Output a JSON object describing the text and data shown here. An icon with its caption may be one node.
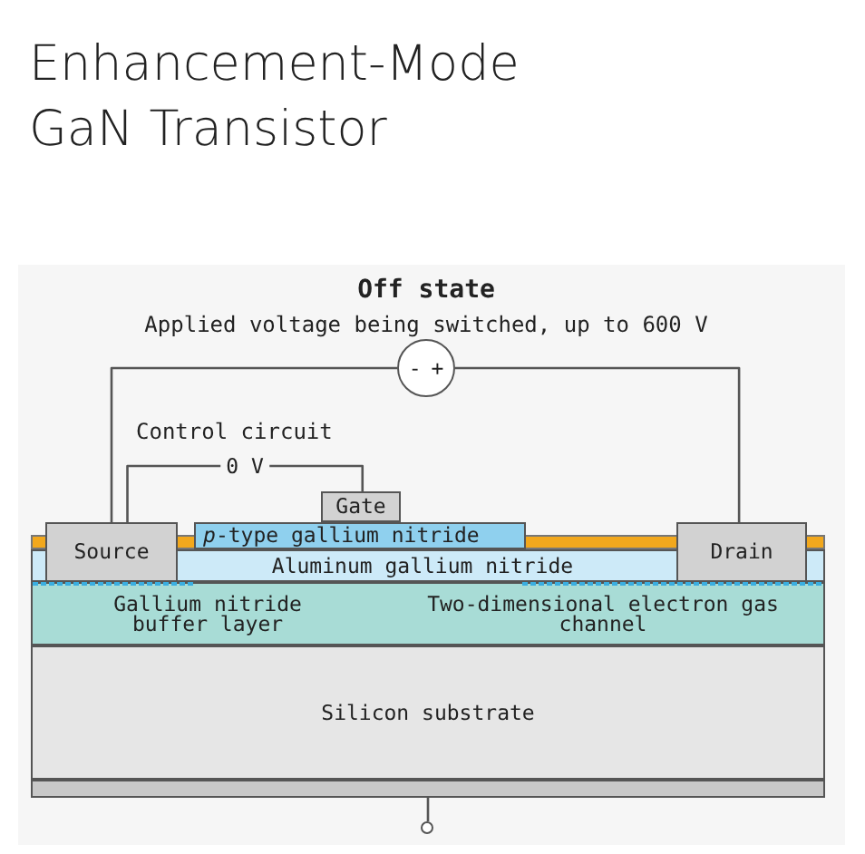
{
  "diagram": {
    "title": "Enhancement-Mode GaN Transistor",
    "nodes": [
      {
        "text": [
          "Source"
        ]
      },
      {
        "text": [
          "*p*-type gallium nitride"
        ]
      },
      {
        "text": [
          "Gate"
        ]
      },
      {
        "text": [
          "Drain"
        ]
      },
      {
        "text": [
          "Aluminum gallium nitride"
        ]
      },
      {
        "text": [
          "Gallium nitride buffer layer",
          "Two-dimensional electron gas channel"
        ]
      },
      {
        "text": [
          "Silicon substrate"
        ]
      },
      {
        "text": [],
        "shape": "bar"
      },
      {
        "text": [
          "-",
          "+"
        ]
      },
      {
        "text": [],
        "shape": "circle"
      }
    ],
    "edges": [
      {
        "from": 0,
        "to": 8,
        "arrow": "none"
      },
      {
        "from": 8,
        "to": 3,
        "arrow": "none"
      },
      {
        "from": 0,
        "to": 2,
        "arrow": "none",
        "label": "0 V"
      },
      {
        "from": 7,
        "to": 9,
        "arrow": "none"
      }
    ],
    "labels": [
      "Off state",
      "Applied voltage being switched, up to 600 V",
      "Control circuit"
    ]
  }
}
